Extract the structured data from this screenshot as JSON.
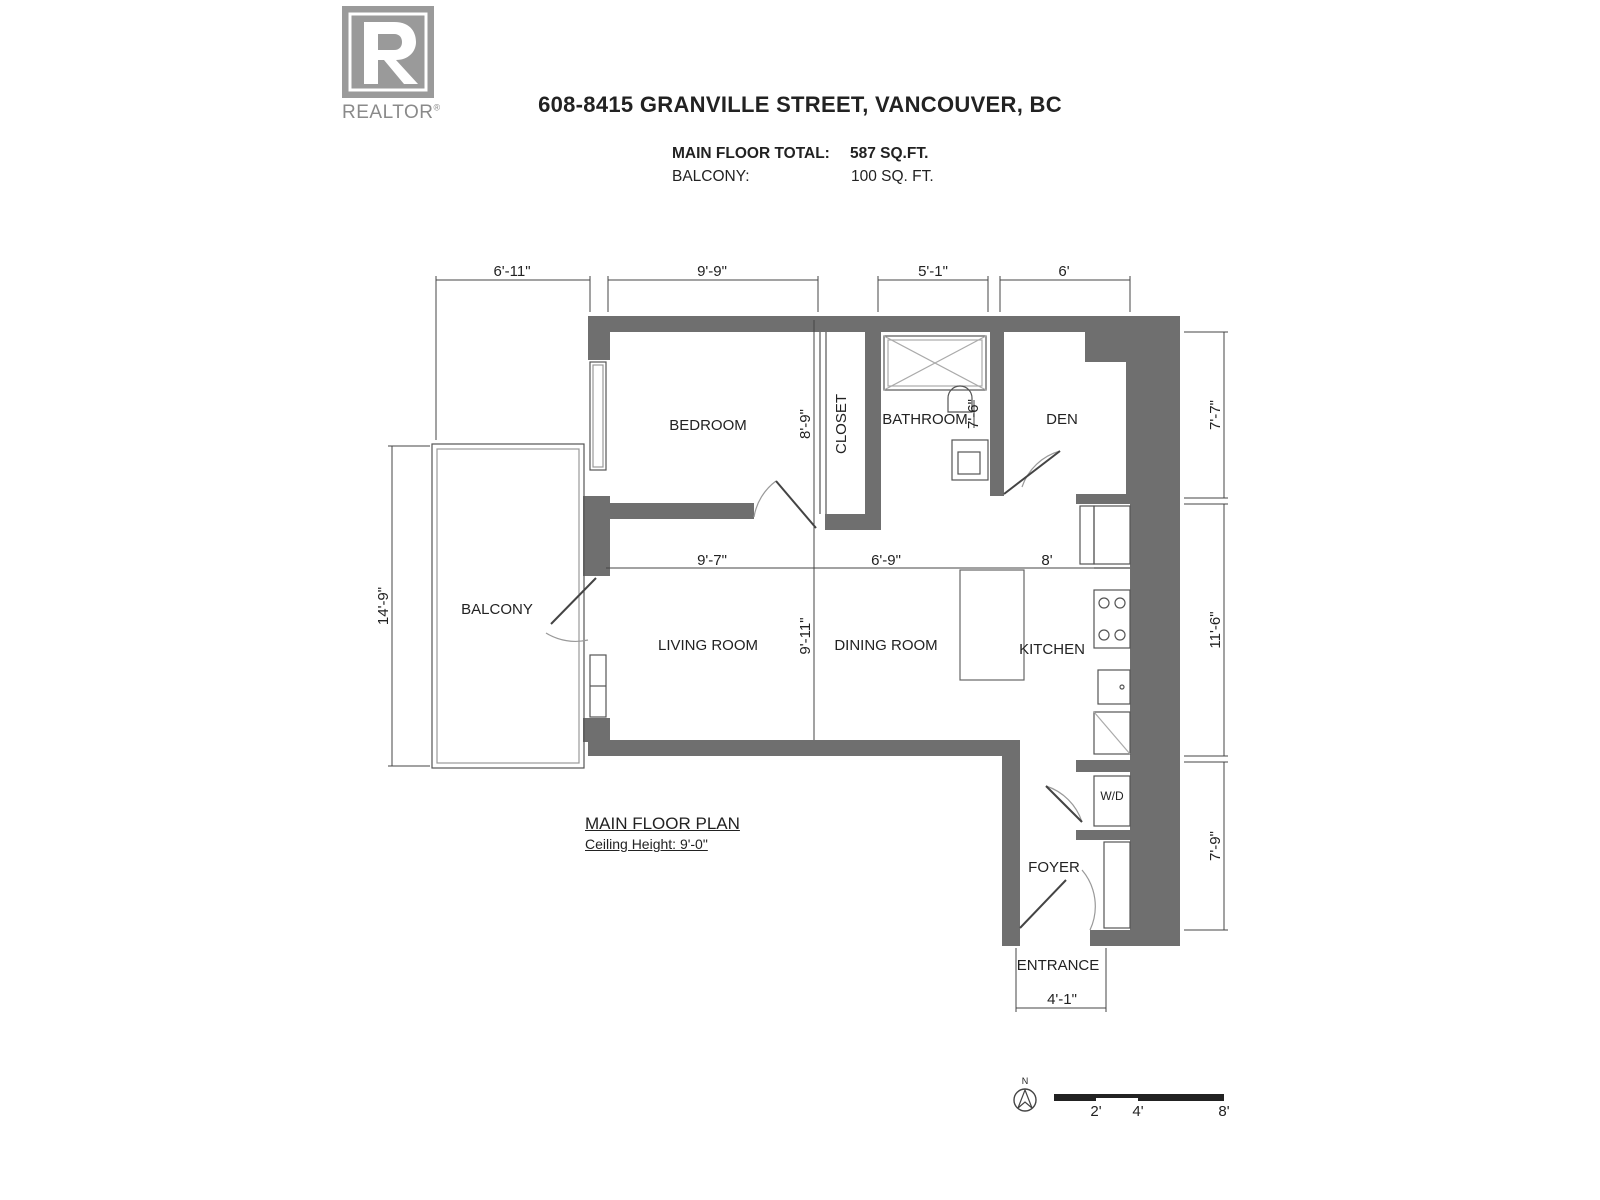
{
  "logo": {
    "text": "REALTOR",
    "mark": "registered-trademark"
  },
  "header": {
    "address": "608-8415 GRANVILLE STREET, VANCOUVER, BC",
    "main_floor_label": "MAIN FLOOR TOTAL:",
    "main_floor_value": "587 SQ.FT.",
    "balcony_label": "BALCONY:",
    "balcony_value": "100 SQ. FT."
  },
  "rooms": {
    "bedroom": "BEDROOM",
    "closet": "CLOSET",
    "bathroom": "BATHROOM",
    "den": "DEN",
    "balcony": "BALCONY",
    "living": "LIVING ROOM",
    "dining": "DINING ROOM",
    "kitchen": "KITCHEN",
    "washer_dryer": "W/D",
    "foyer": "FOYER",
    "entrance": "ENTRANCE"
  },
  "dimensions": {
    "top_1": "6'-11\"",
    "top_2": "9'-9\"",
    "top_3": "5'-1\"",
    "top_4": "6'",
    "right_1": "7'-7\"",
    "right_2": "11'-6\"",
    "right_3": "7'-9\"",
    "left_balcony": "14'-9\"",
    "bedroom_depth": "8'-9\"",
    "bathroom_depth": "7'-6\"",
    "mid_1": "9'-7\"",
    "mid_2": "6'-9\"",
    "mid_3": "8'",
    "living_depth": "9'-11\"",
    "entrance_width": "4'-1\""
  },
  "plan": {
    "title": "MAIN FLOOR PLAN",
    "ceiling": "Ceiling Height: 9'-0\""
  },
  "scale": {
    "north": "N",
    "ticks": [
      "2'",
      "4'",
      "8'"
    ]
  },
  "colors": {
    "wall": "#6f6f6f",
    "line": "#444444",
    "logo": "#9a9a9a"
  }
}
